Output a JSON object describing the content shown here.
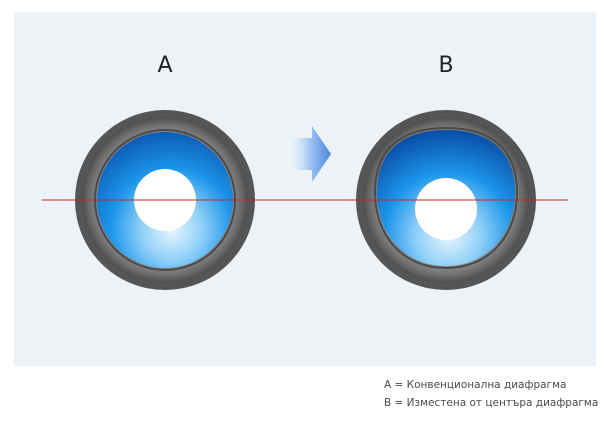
{
  "diagram": {
    "label_a": "A",
    "label_b": "B",
    "colors": {
      "background": "#ecf2f6",
      "surround_outer": "#5e5e5e",
      "surround_inner": "#8a8a8a",
      "cone_dark": "#0a4fa8",
      "cone_mid": "#1893e8",
      "cone_light": "#cdebfc",
      "center_line": "#c0282c",
      "arrow": "#4f8de0"
    }
  },
  "legend": {
    "line_a": "A = Конвенционална диафрагма",
    "line_b": "B = Изместена от центъра диафрагма"
  }
}
